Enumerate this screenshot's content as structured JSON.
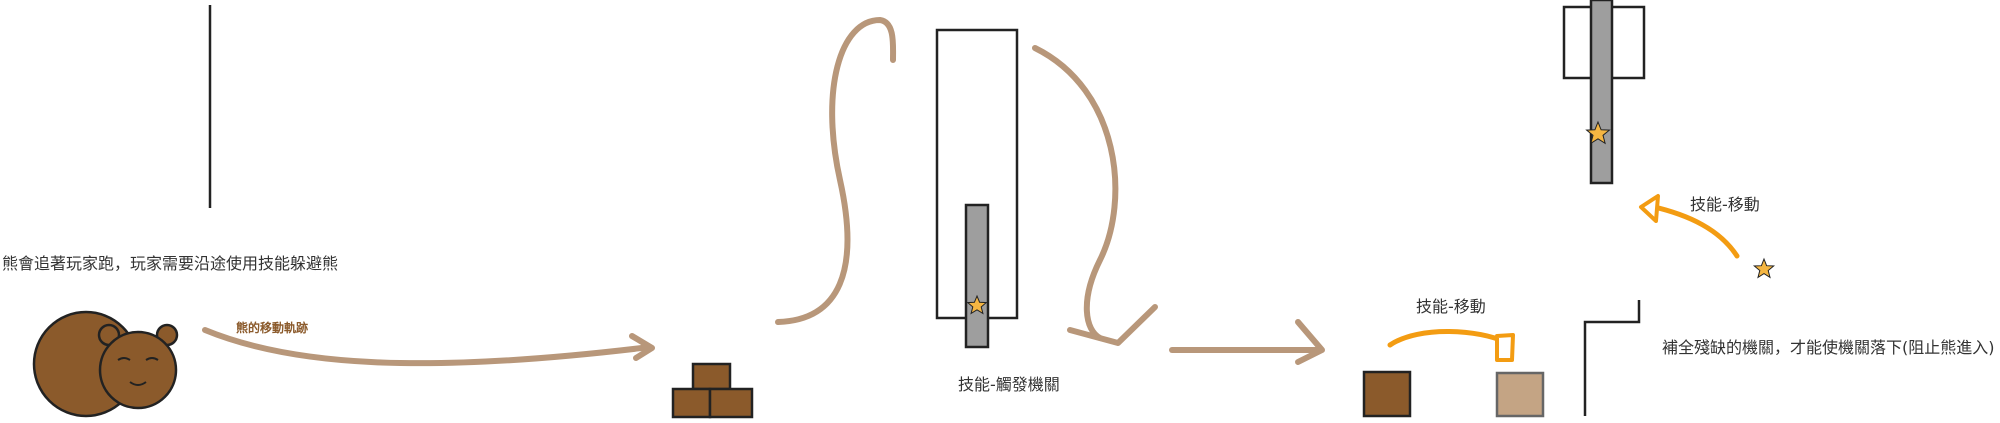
{
  "labels": {
    "bear_chase": "熊會追著玩家跑，玩家需要沿途使用技能躲避熊",
    "bear_path": "熊的移動軌跡",
    "skill_trigger": "技能-觸發機關",
    "skill_move_1": "技能-移動",
    "skill_move_2": "技能-移動",
    "fill_mechanism": "補全殘缺的機關，才能使機關落下(阻止熊進入)"
  },
  "colors": {
    "bear_body": "#8b5a2b",
    "bear_path": "#b8977a",
    "skill_arrow": "#f39c12",
    "star": "#f5b642",
    "gray_bar": "#9e9e9e",
    "box_dark": "#8b5a2b",
    "box_light": "#c4a484",
    "outline": "#222222"
  },
  "icons": {
    "bear": "bear-icon",
    "star": "star-icon"
  }
}
